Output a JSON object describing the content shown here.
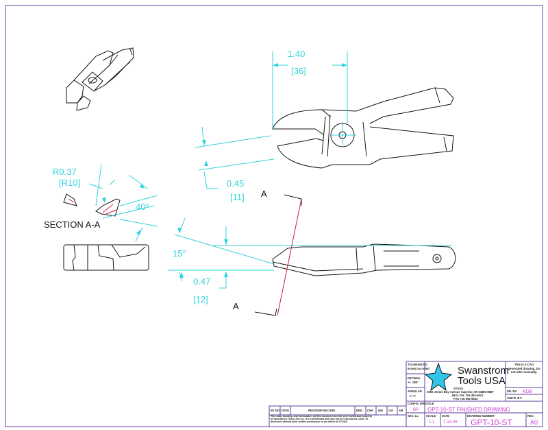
{
  "drawing": {
    "dimensions": {
      "width_in": "1.40",
      "width_mm": "[36]",
      "jaw_in": "0.45",
      "jaw_mm": "[11]",
      "height_in": "0.47",
      "height_mm": "[12]",
      "radius_in": "R0.37",
      "radius_mm": "[R10]",
      "angle_bevel": "40°",
      "angle_side": "15°"
    },
    "section_marker_top": "A",
    "section_marker_bottom": "A",
    "section_label": "SECTION A-A"
  },
  "title_block": {
    "tolerances_label": "TOLERANCES",
    "tolerances_sub": "except as noted",
    "decimal_label": "DECIMAL",
    "decimal_value": "+/- .005\"",
    "angular_label": "ANGULAR",
    "angular_value": "+/- 1°",
    "company_line1": "Swanstrom",
    "company_line2": "Tools USA",
    "company_abbrev": "STUSA",
    "address": "2050 Jennie Bay Avenue Superior, WI 54880-8867",
    "phone": "BUS. PH. 715-392-6521",
    "fax": "FAX 715-392-9533",
    "note": "This is a CAD generated drawing. Do not alter manually.",
    "drawn_by_label": "DR. BY:",
    "drawn_by": "KDB",
    "checked_by_label": "CHK'D. BY:",
    "config_spec_label": "CONFIG SPEC",
    "config_spec": "BP",
    "title_label": "TITLE",
    "title": "GPT-10-ST FINISHED DRAWING",
    "sec_label": "SEC. LL",
    "scale_label": "SCALE",
    "scale": "1:1",
    "date_label": "DATE",
    "date": "7-13-06",
    "drawing_number_label": "DRAWING NUMBER",
    "drawing_number": "GPT-10-ST",
    "rev_label": "REV.",
    "rev": "A0",
    "revision_headers": [
      "BY NO",
      "DATE",
      "REVISION RECORD",
      "ENG",
      "CHK",
      "QM",
      "CM",
      "SM"
    ],
    "confidential": "This data, drawing, and information on this document are the sole intellectual property of Swanstrom Tools USA Inc. It is confidential and may not be reproduced, used, or disclosed without prior written permission of an officer of STUSA."
  },
  "colors": {
    "dimension": "#2fd3dc",
    "border": "#5b3c9e",
    "highlight": "#d23ad2",
    "logo": "#2fc6ea",
    "section_line": "#c0203a"
  }
}
